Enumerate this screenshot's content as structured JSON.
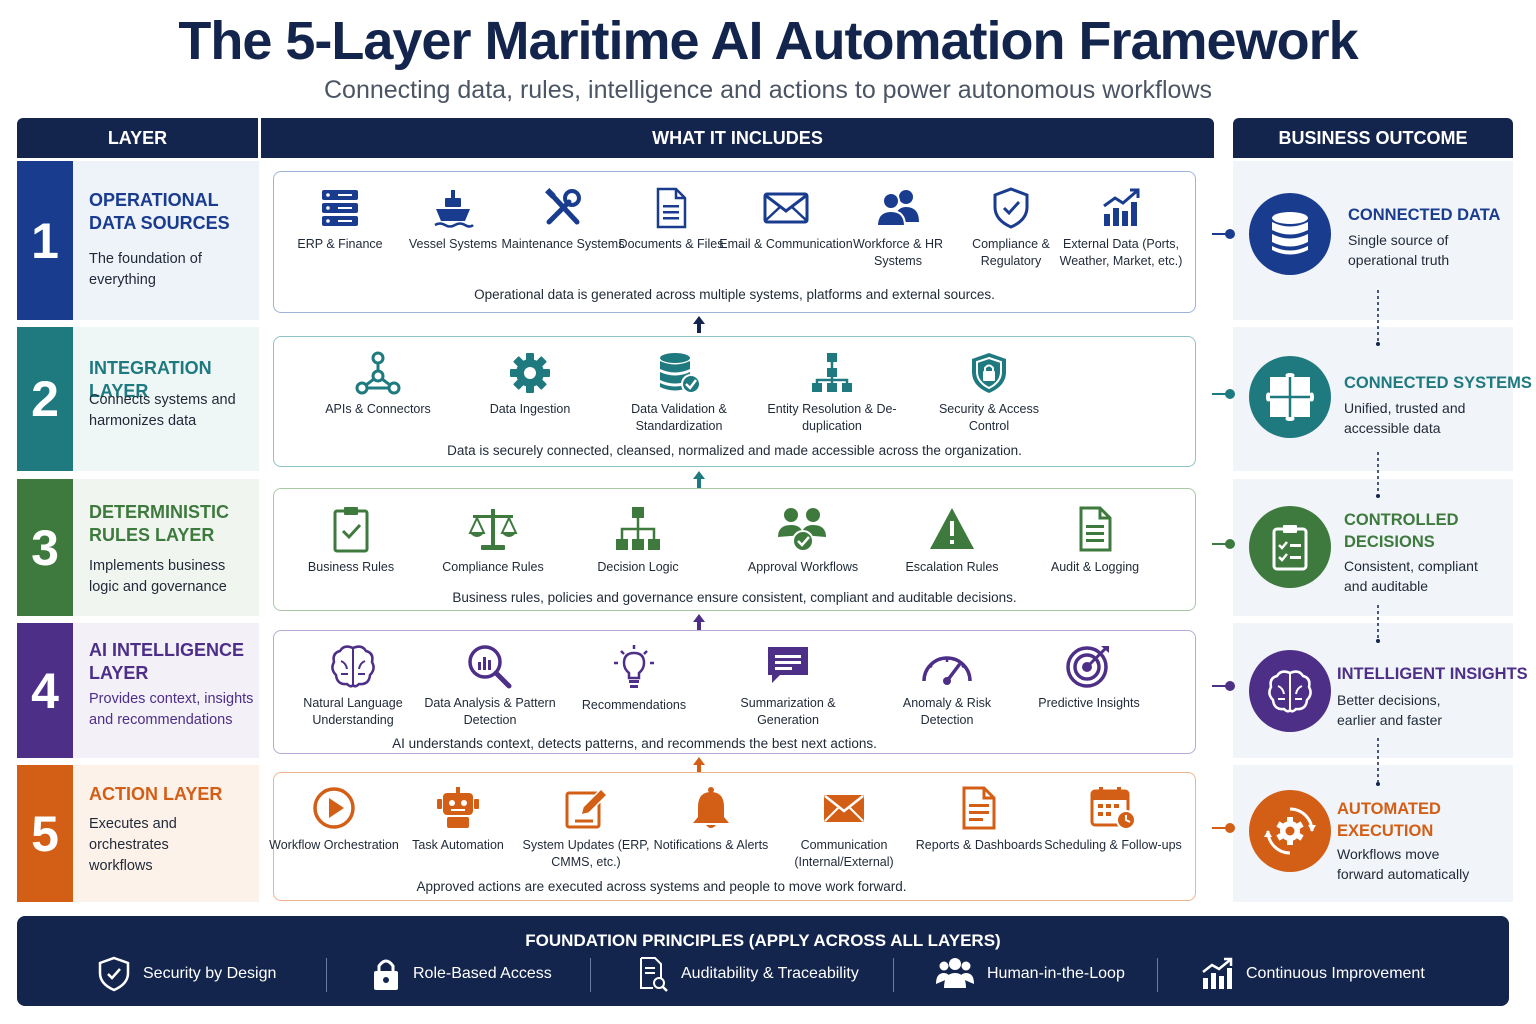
{
  "title": "The 5-Layer Maritime AI Automation Framework",
  "subtitle": "Connecting data, rules, intelligence and actions to power autonomous workflows",
  "headers": {
    "layer": "LAYER",
    "includes": "WHAT IT INCLUDES",
    "outcome": "BUSINESS OUTCOME"
  },
  "colors": {
    "navy": "#14254d",
    "l1": "#1a3c8f",
    "l2": "#1f7a80",
    "l3": "#3e7a3d",
    "l4": "#4d2f88",
    "l5": "#d35f17"
  },
  "layers": [
    {
      "number": "1",
      "title": "OPERATIONAL DATA SOURCES",
      "desc": "The foundation of everything",
      "items": [
        {
          "label": "ERP & Finance",
          "icon": "server-icon"
        },
        {
          "label": "Vessel Systems",
          "icon": "ship-icon"
        },
        {
          "label": "Maintenance Systems",
          "icon": "tools-icon"
        },
        {
          "label": "Documents & Files",
          "icon": "document-icon"
        },
        {
          "label": "Email & Communication",
          "icon": "envelope-icon"
        },
        {
          "label": "Workforce & HR Systems",
          "icon": "people-icon"
        },
        {
          "label": "Compliance & Regulatory",
          "icon": "shield-check-icon"
        },
        {
          "label": "External Data (Ports, Weather, Market, etc.)",
          "icon": "growth-chart-icon"
        }
      ],
      "caption": "Operational data is generated across multiple systems, platforms and external sources.",
      "outcome": {
        "title": "CONNECTED DATA",
        "desc": "Single source of operational truth",
        "icon": "database-icon"
      }
    },
    {
      "number": "2",
      "title": "INTEGRATION LAYER",
      "desc": "Connects systems and harmonizes data",
      "items": [
        {
          "label": "APIs & Connectors",
          "icon": "network-nodes-icon"
        },
        {
          "label": "Data Ingestion",
          "icon": "gear-icon"
        },
        {
          "label": "Data Validation & Standardization",
          "icon": "database-check-icon"
        },
        {
          "label": "Entity Resolution & De-duplication",
          "icon": "hierarchy-icon"
        },
        {
          "label": "Security & Access Control",
          "icon": "shield-lock-icon"
        }
      ],
      "caption": "Data is securely connected, cleansed, normalized and made accessible across the organization.",
      "outcome": {
        "title": "CONNECTED SYSTEMS",
        "desc": "Unified, trusted and accessible data",
        "icon": "puzzle-icon"
      }
    },
    {
      "number": "3",
      "title": "DETERMINISTIC RULES LAYER",
      "desc": "Implements business logic and governance",
      "items": [
        {
          "label": "Business Rules",
          "icon": "clipboard-check-icon"
        },
        {
          "label": "Compliance Rules",
          "icon": "scales-icon"
        },
        {
          "label": "Decision Logic",
          "icon": "flowchart-icon"
        },
        {
          "label": "Approval Workflows",
          "icon": "people-check-icon"
        },
        {
          "label": "Escalation Rules",
          "icon": "warning-icon"
        },
        {
          "label": "Audit & Logging",
          "icon": "log-document-icon"
        }
      ],
      "caption": "Business rules, policies and governance ensure consistent, compliant and auditable decisions.",
      "outcome": {
        "title": "CONTROLLED DECISIONS",
        "desc": "Consistent, compliant and auditable",
        "icon": "checklist-icon"
      }
    },
    {
      "number": "4",
      "title": "AI INTELLIGENCE LAYER",
      "desc": "Provides context, insights and recommendations",
      "items": [
        {
          "label": "Natural Language Understanding",
          "icon": "brain-icon"
        },
        {
          "label": "Data Analysis & Pattern Detection",
          "icon": "magnifier-chart-icon"
        },
        {
          "label": "Recommendations",
          "icon": "lightbulb-icon"
        },
        {
          "label": "Summarization & Generation",
          "icon": "chat-icon"
        },
        {
          "label": "Anomaly & Risk Detection",
          "icon": "gauge-icon"
        },
        {
          "label": "Predictive Insights",
          "icon": "target-icon"
        }
      ],
      "caption": "AI understands context, detects patterns, and recommends the best next actions.",
      "outcome": {
        "title": "INTELLIGENT INSIGHTS",
        "desc": "Better decisions, earlier and faster",
        "icon": "brain-icon"
      }
    },
    {
      "number": "5",
      "title": "ACTION LAYER",
      "desc": "Executes and orchestrates workflows",
      "items": [
        {
          "label": "Workflow Orchestration",
          "icon": "play-icon"
        },
        {
          "label": "Task Automation",
          "icon": "robot-icon"
        },
        {
          "label": "System Updates (ERP, CMMS, etc.)",
          "icon": "edit-icon"
        },
        {
          "label": "Notifications & Alerts",
          "icon": "bell-icon"
        },
        {
          "label": "Communication (Internal/External)",
          "icon": "envelope-icon"
        },
        {
          "label": "Reports & Dashboards",
          "icon": "report-icon"
        },
        {
          "label": "Scheduling & Follow-ups",
          "icon": "calendar-icon"
        }
      ],
      "caption": "Approved actions are executed across systems and people to move work forward.",
      "outcome": {
        "title": "AUTOMATED EXECUTION",
        "desc": "Workflows move forward automatically",
        "icon": "cycle-gear-icon"
      }
    }
  ],
  "foundation": {
    "title": "FOUNDATION PRINCIPLES (APPLY ACROSS ALL LAYERS)",
    "items": [
      {
        "label": "Security by Design",
        "icon": "shield-check-icon"
      },
      {
        "label": "Role-Based Access",
        "icon": "lock-icon"
      },
      {
        "label": "Auditability & Traceability",
        "icon": "audit-search-icon"
      },
      {
        "label": "Human-in-the-Loop",
        "icon": "group-icon"
      },
      {
        "label": "Continuous Improvement",
        "icon": "growth-chart-icon"
      }
    ]
  }
}
